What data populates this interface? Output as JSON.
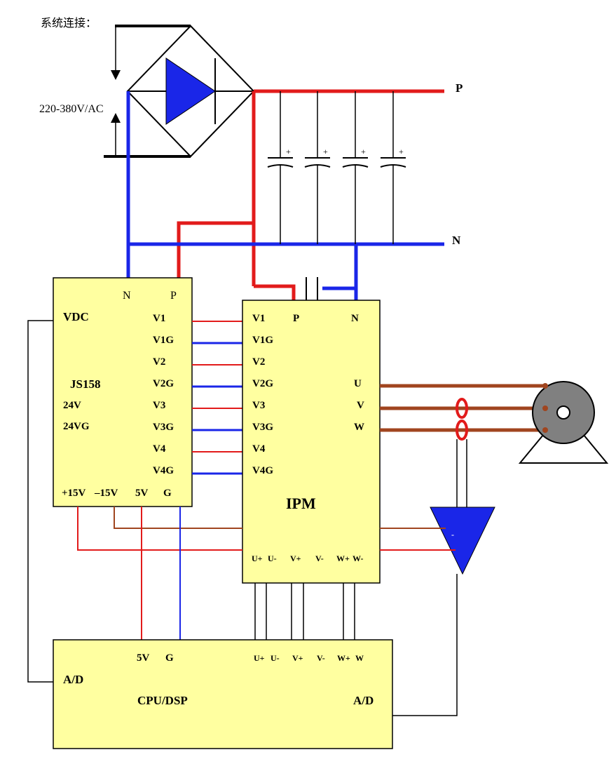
{
  "title": "系统连接：",
  "supply_label": "220-380V/AC",
  "bus": {
    "p_label": "P",
    "n_label": "N"
  },
  "driver": {
    "top_n": "N",
    "top_p": "P",
    "vdc": "VDC",
    "name": "JS158",
    "left": [
      "24V",
      "24VG"
    ],
    "gates": [
      "V1",
      "V1G",
      "V2",
      "V2G",
      "V3",
      "V3G",
      "V4",
      "V4G"
    ],
    "bottom": [
      "+15V",
      "–15V",
      "5V",
      "G"
    ]
  },
  "ipm": {
    "name": "IPM",
    "gates": [
      "V1",
      "V1G",
      "V2",
      "V2G",
      "V3",
      "V3G",
      "V4",
      "V4G"
    ],
    "p": "P",
    "n": "N",
    "outputs": [
      "U",
      "V",
      "W"
    ],
    "sense": [
      "U+",
      "U-",
      "V+",
      "V-",
      "W+",
      "W-"
    ]
  },
  "sensor_minus": "-",
  "cpu": {
    "name": "CPU/DSP",
    "ad_left": "A/D",
    "ad_right": "A/D",
    "v5": "5V",
    "g": "G",
    "sense": [
      "U+",
      "U-",
      "V+",
      "V-",
      "W+",
      "W"
    ]
  },
  "colors": {
    "red": "#e21b1b",
    "blue": "#1a26e8",
    "brown": "#a0451f",
    "box": "#ffffa0"
  }
}
